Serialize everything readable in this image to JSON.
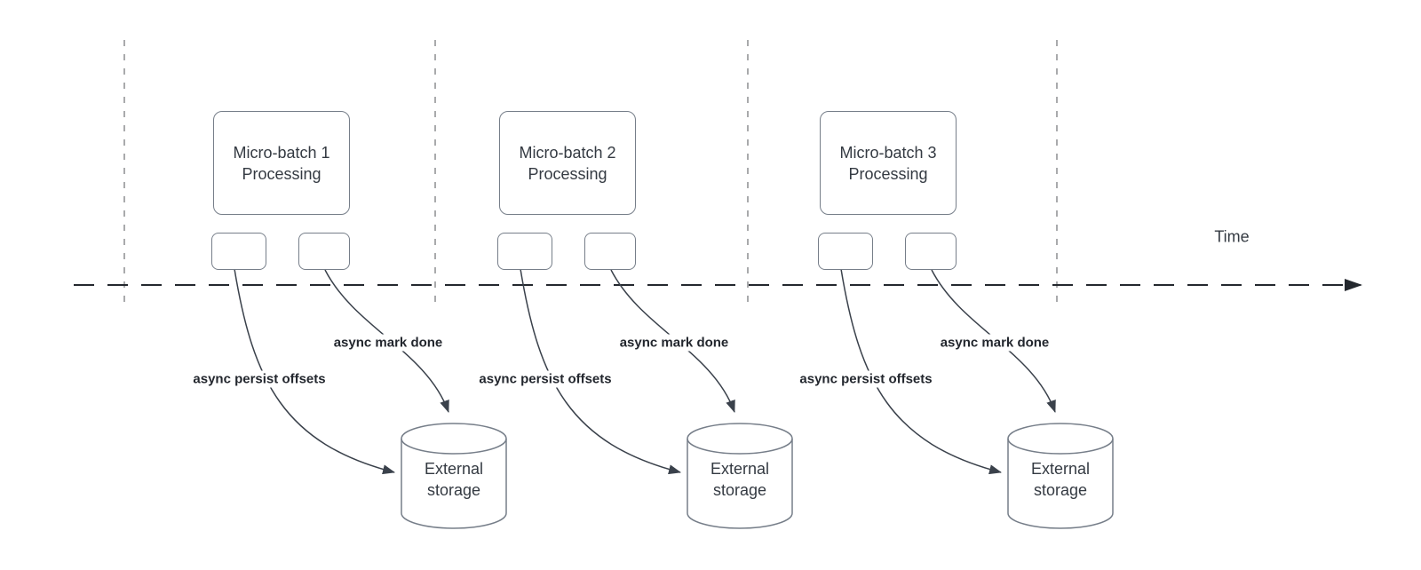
{
  "diagram": {
    "time_axis": {
      "label": "Time"
    },
    "groups": [
      {
        "process_label": "Micro-batch 1 Processing",
        "persist_label": "async persist offsets",
        "done_label": "async mark done",
        "storage_label": "External storage"
      },
      {
        "process_label": "Micro-batch 2 Processing",
        "persist_label": "async persist offsets",
        "done_label": "async mark done",
        "storage_label": "External storage"
      },
      {
        "process_label": "Micro-batch 3 Processing",
        "persist_label": "async persist offsets",
        "done_label": "async mark done",
        "storage_label": "External storage"
      }
    ],
    "colors": {
      "background": "#ffffff",
      "shape_stroke": "#767e89",
      "node_text": "#343a42",
      "edge_label_text": "#23272e",
      "axis_stroke": "#24282e",
      "gridline_stroke": "#a9aaac",
      "arrow_stroke": "#3a414b"
    }
  }
}
